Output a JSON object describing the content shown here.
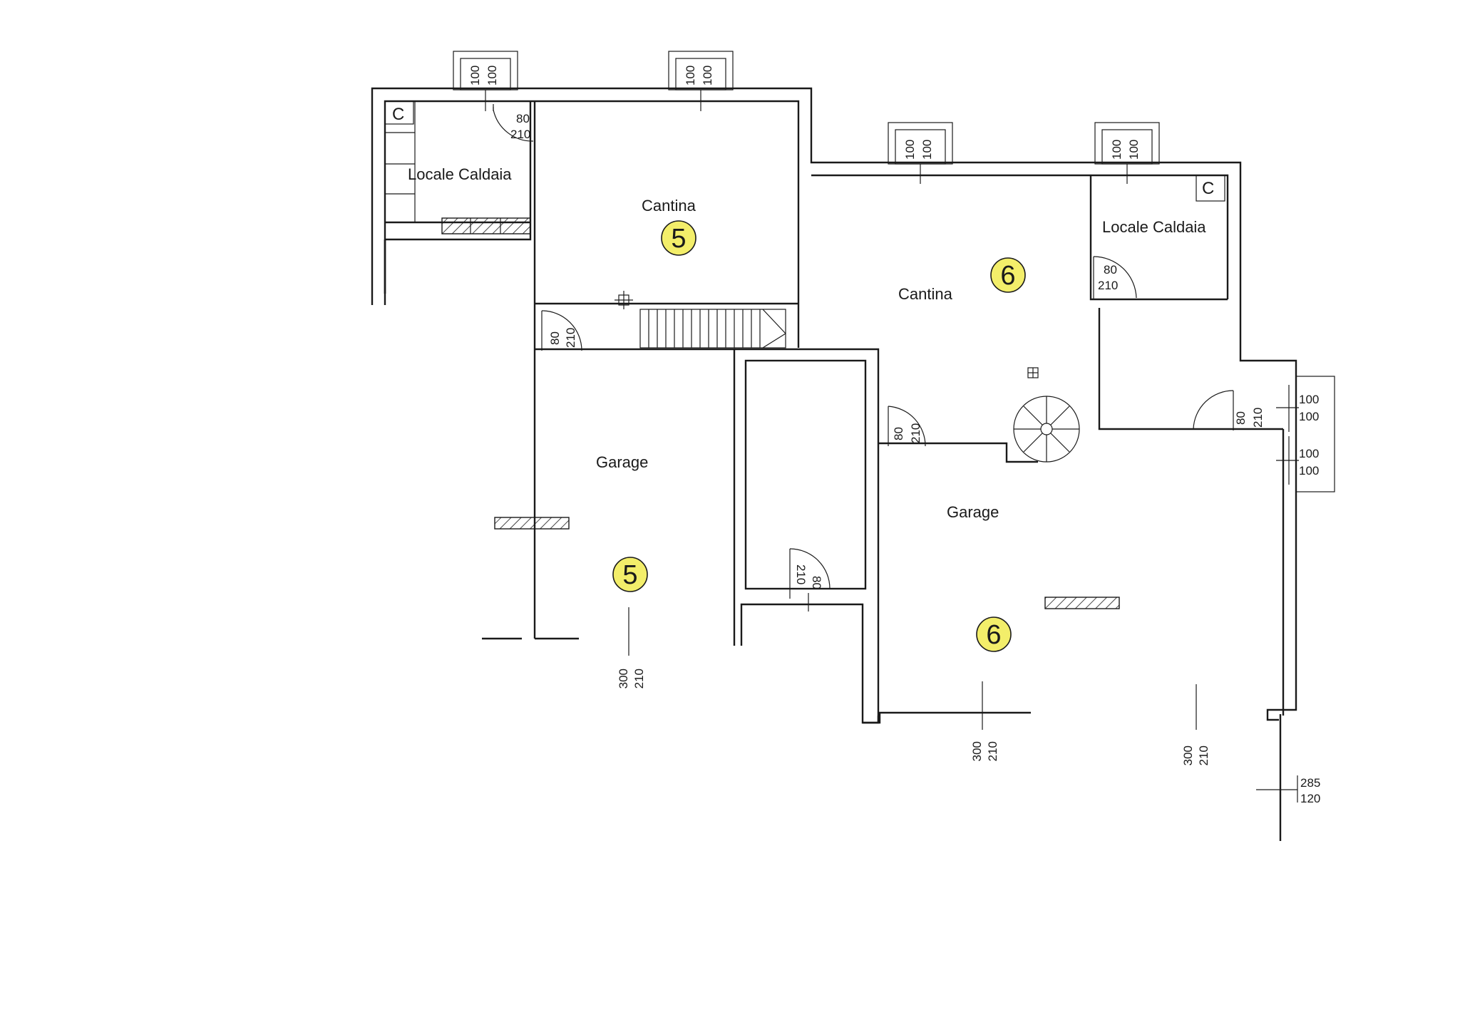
{
  "units": [
    {
      "id": "5",
      "rooms": [
        {
          "id": "locale-caldaia-5",
          "label": "Locale Caldaia",
          "marker": "C"
        },
        {
          "id": "cantina-5",
          "label": "Cantina",
          "badge": "5"
        },
        {
          "id": "garage-5",
          "label": "Garage",
          "badge": "5"
        }
      ]
    },
    {
      "id": "6",
      "rooms": [
        {
          "id": "cantina-6",
          "label": "Cantina",
          "badge": "6"
        },
        {
          "id": "locale-caldaia-6",
          "label": "Locale Caldaia",
          "marker": "C"
        },
        {
          "id": "garage-6",
          "label": "Garage",
          "badge": "6"
        }
      ]
    }
  ],
  "openings": {
    "window_w1": [
      "100",
      "100"
    ],
    "window_w2": [
      "100",
      "100"
    ],
    "window_w3": [
      "100",
      "100"
    ],
    "window_w4": [
      "100",
      "100"
    ],
    "window_w5": [
      "100",
      "100"
    ],
    "window_w6": [
      "100",
      "100"
    ],
    "door_d1": [
      "80",
      "210"
    ],
    "door_d2": [
      "80",
      "210"
    ],
    "door_d3": [
      "210",
      "80"
    ],
    "door_d4": [
      "80",
      "210"
    ],
    "door_d5": [
      "80",
      "210"
    ],
    "door_d6": [
      "80",
      "210"
    ],
    "garage_g1": [
      "300",
      "210"
    ],
    "garage_g2": [
      "300",
      "210"
    ],
    "garage_g3": [
      "300",
      "210"
    ],
    "opening_e1": [
      "285",
      "120"
    ]
  }
}
